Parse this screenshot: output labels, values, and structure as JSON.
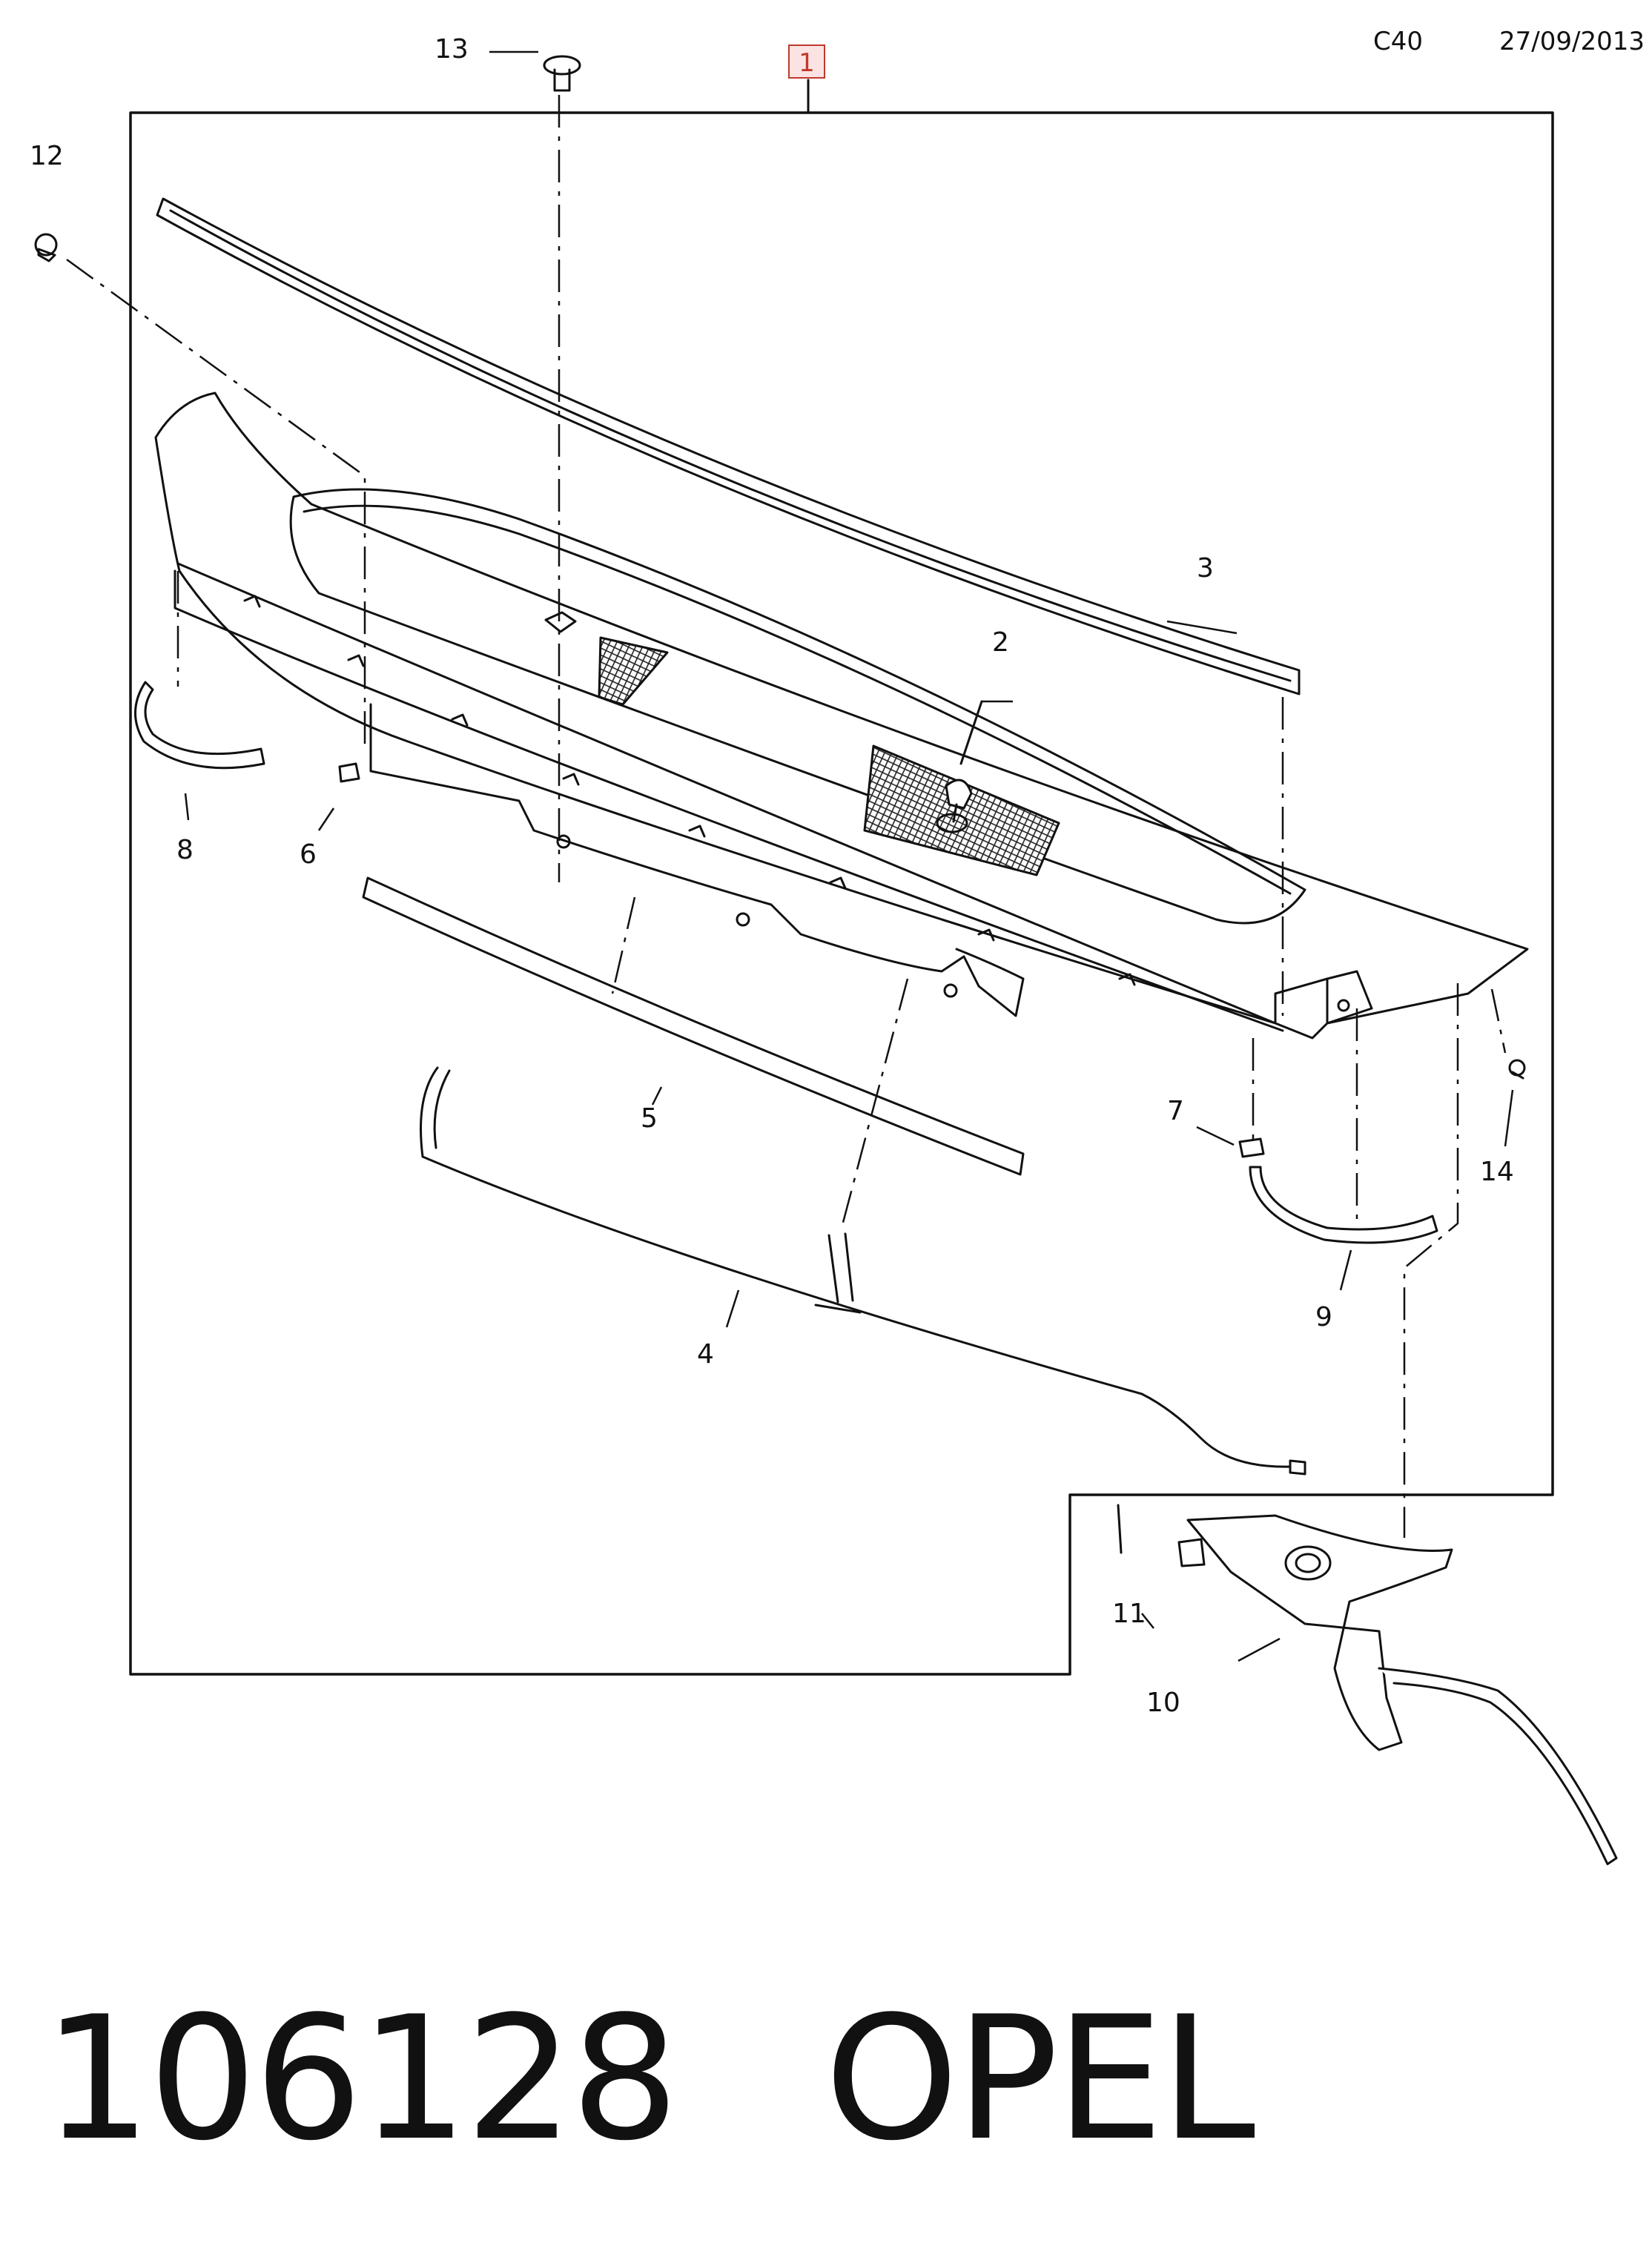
{
  "header": {
    "code": "C40",
    "date": "27/09/2013",
    "assembly_callout": "1"
  },
  "callouts": [
    "2",
    "3",
    "4",
    "5",
    "6",
    "7",
    "8",
    "9",
    "10",
    "11",
    "12",
    "13",
    "14"
  ],
  "footer": {
    "part_number": "106128",
    "brand": "OPEL"
  }
}
